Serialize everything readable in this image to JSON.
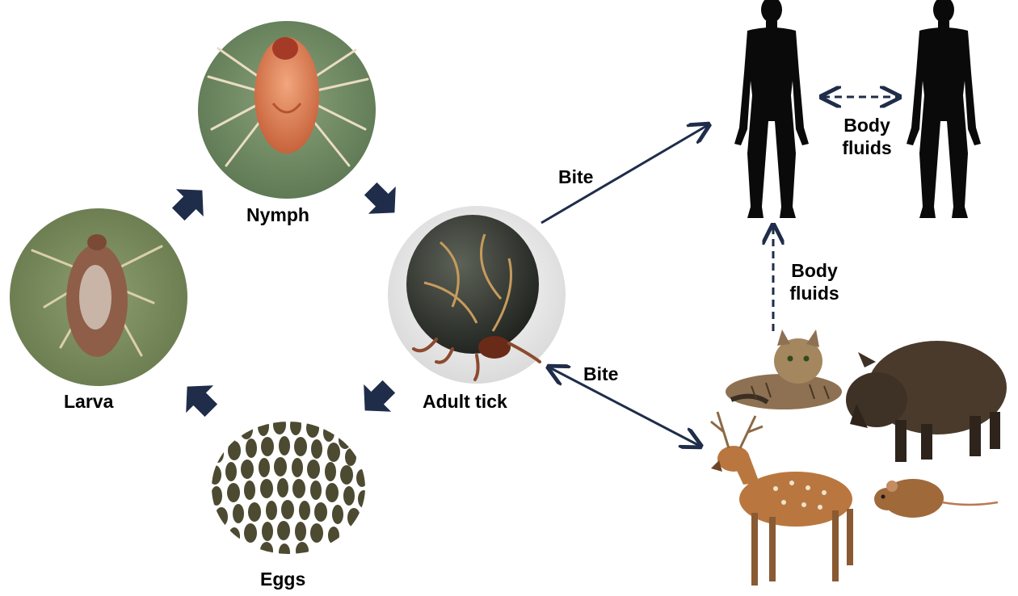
{
  "stages": {
    "nymph": "Nymph",
    "adult": "Adult tick",
    "larva": "Larva",
    "eggs": "Eggs"
  },
  "transmission": {
    "bite_to_human": "Bite",
    "bite_to_animals": "Bite",
    "body_fluids_human_to_human": [
      "Body",
      "fluids"
    ],
    "body_fluids_animal_to_human": [
      "Body",
      "fluids"
    ]
  },
  "icons": {
    "nymph": "nymph-tick-photo-icon",
    "adult": "adult-tick-photo-icon",
    "larva": "larva-tick-photo-icon",
    "eggs": "tick-eggs-icon",
    "human": "human-silhouette-icon",
    "cat": "cat-icon",
    "boar": "wild-boar-icon",
    "deer": "deer-icon",
    "mouse": "mouse-icon"
  },
  "colors": {
    "cycle_arrow": "#1f2d4a",
    "transmission_arrow": "#1f2d4a",
    "silhouette": "#0a0a0a",
    "egg": "#4d4a32"
  }
}
